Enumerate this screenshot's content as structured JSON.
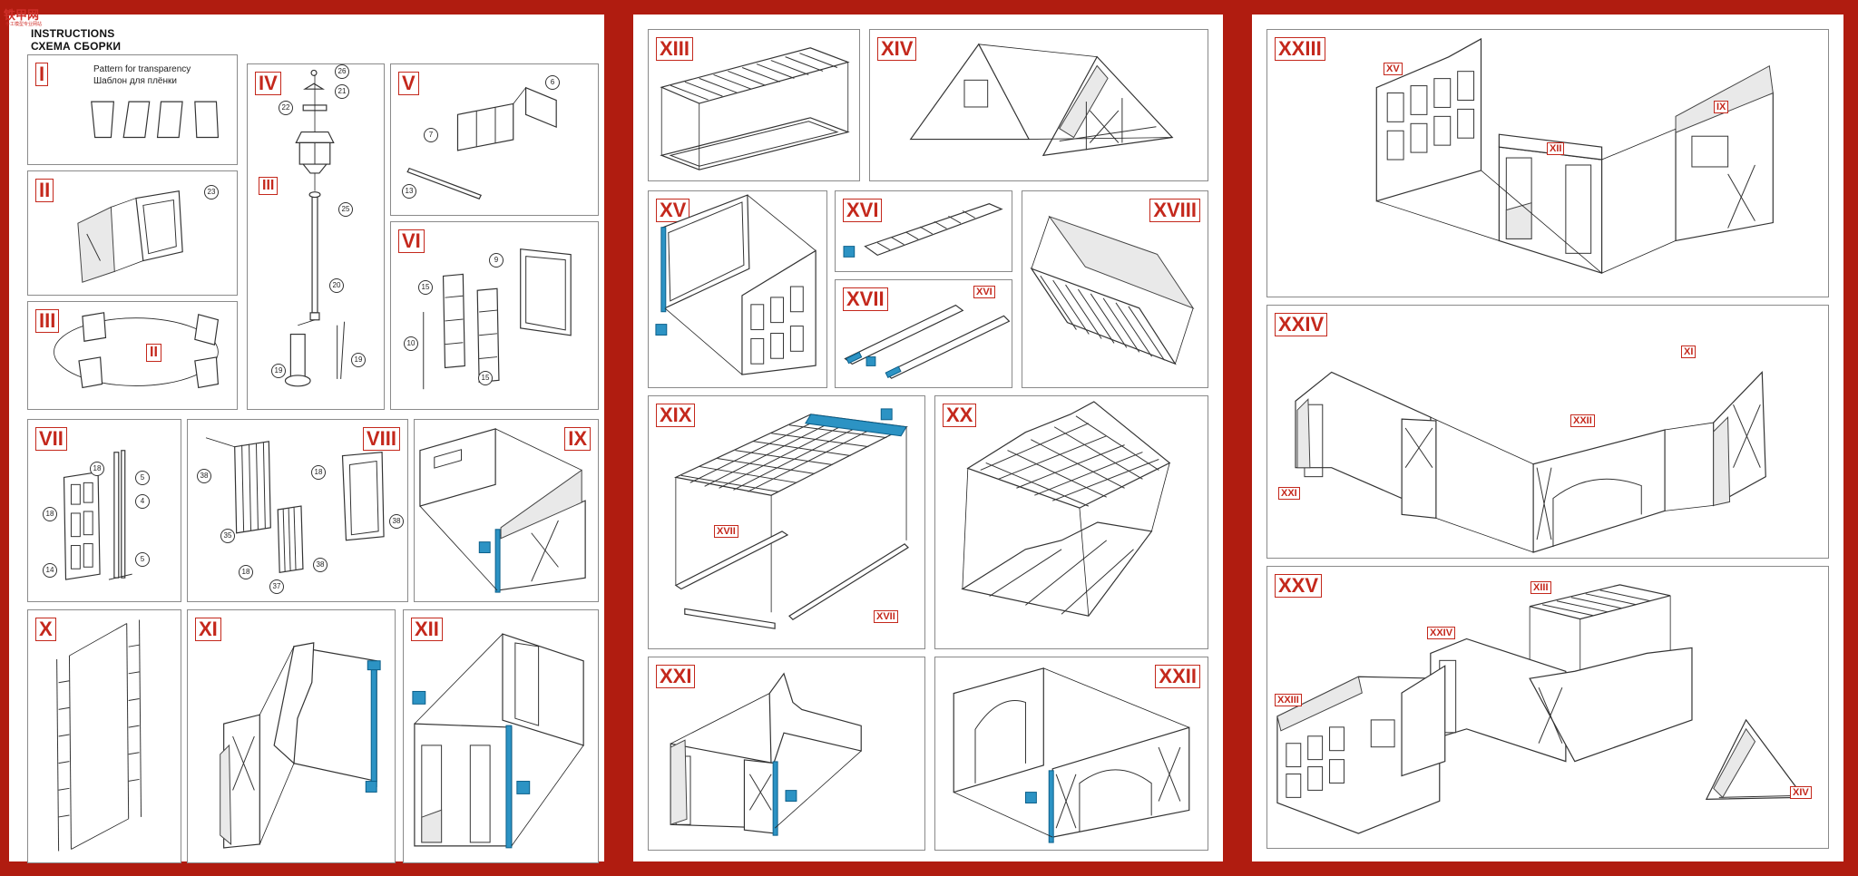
{
  "logo": {
    "text": "铁甲网",
    "sub": "手工模型专业网站"
  },
  "header": {
    "line1": "INSTRUCTIONS",
    "line2": "СХЕМА СБОРКИ"
  },
  "step_I": {
    "label": "I",
    "text_en": "Pattern for transparency",
    "text_ru": "Шаблон для плёнки"
  },
  "step_II": {
    "label": "II",
    "parts": [
      "23"
    ]
  },
  "step_III": {
    "label": "III",
    "ref": "II"
  },
  "step_IV": {
    "label": "IV",
    "ref": "III",
    "parts": [
      "26",
      "21",
      "22",
      "25",
      "20",
      "19",
      "19"
    ]
  },
  "step_V": {
    "label": "V",
    "parts": [
      "6",
      "7",
      "13"
    ]
  },
  "step_VI": {
    "label": "VI",
    "parts": [
      "9",
      "15",
      "10",
      "15"
    ]
  },
  "step_VII": {
    "label": "VII",
    "parts": [
      "18",
      "5",
      "4",
      "18",
      "14",
      "5"
    ]
  },
  "step_VIII": {
    "label": "VIII",
    "parts": [
      "38",
      "18",
      "35",
      "38",
      "18",
      "37",
      "38"
    ]
  },
  "step_IX": {
    "label": "IX"
  },
  "step_X": {
    "label": "X"
  },
  "step_XI": {
    "label": "XI"
  },
  "step_XII": {
    "label": "XII"
  },
  "step_XIII": {
    "label": "XIII"
  },
  "step_XIV": {
    "label": "XIV"
  },
  "step_XV": {
    "label": "XV"
  },
  "step_XVI": {
    "label": "XVI"
  },
  "step_XVII": {
    "label": "XVII",
    "ref": "XVI"
  },
  "step_XVIII": {
    "label": "XVIII"
  },
  "step_XIX": {
    "label": "XIX",
    "refs": [
      "XVII",
      "XVII"
    ]
  },
  "step_XX": {
    "label": "XX"
  },
  "step_XXI": {
    "label": "XXI"
  },
  "step_XXII": {
    "label": "XXII"
  },
  "step_XXIII": {
    "label": "XXIII",
    "refs": [
      "XV",
      "XII",
      "IX"
    ]
  },
  "step_XXIV": {
    "label": "XXIV",
    "refs": [
      "XI",
      "XXII",
      "XXI"
    ]
  },
  "step_XXV": {
    "label": "XXV",
    "refs": [
      "XIII",
      "XXIV",
      "XXIII",
      "XIV"
    ]
  },
  "colors": {
    "background": "#b01c10",
    "accent": "#c4281c",
    "glue": "#2c93c4"
  }
}
